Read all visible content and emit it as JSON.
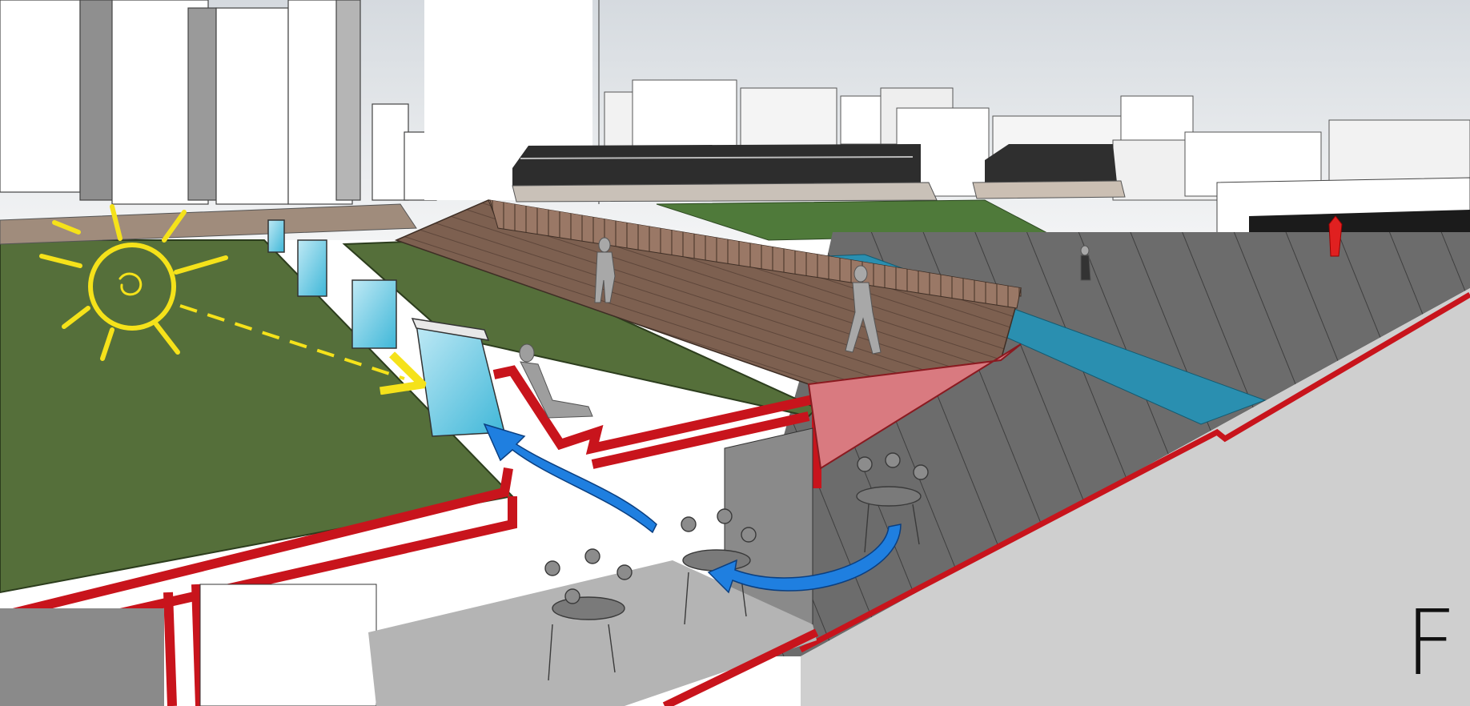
{
  "figure": {
    "panel_letter": "F"
  },
  "colors": {
    "section_cut": "#c8141c",
    "green_roof": "#556f3a",
    "timber_deck": "#8a6a57",
    "water": "#2a8fb0",
    "annotation_sun": "#f5e21a",
    "airflow_arrow": "#1f7fe0",
    "sky": "#e4e7ea"
  },
  "scene_elements": [
    "sun-icon",
    "sunlight-arrow",
    "green-roof",
    "skylight-glazing",
    "timber-boardwalk",
    "water-channel",
    "stadium-stands",
    "city-towers",
    "section-cut-outline",
    "seated-figures",
    "airflow-arrows",
    "walking-figures"
  ]
}
